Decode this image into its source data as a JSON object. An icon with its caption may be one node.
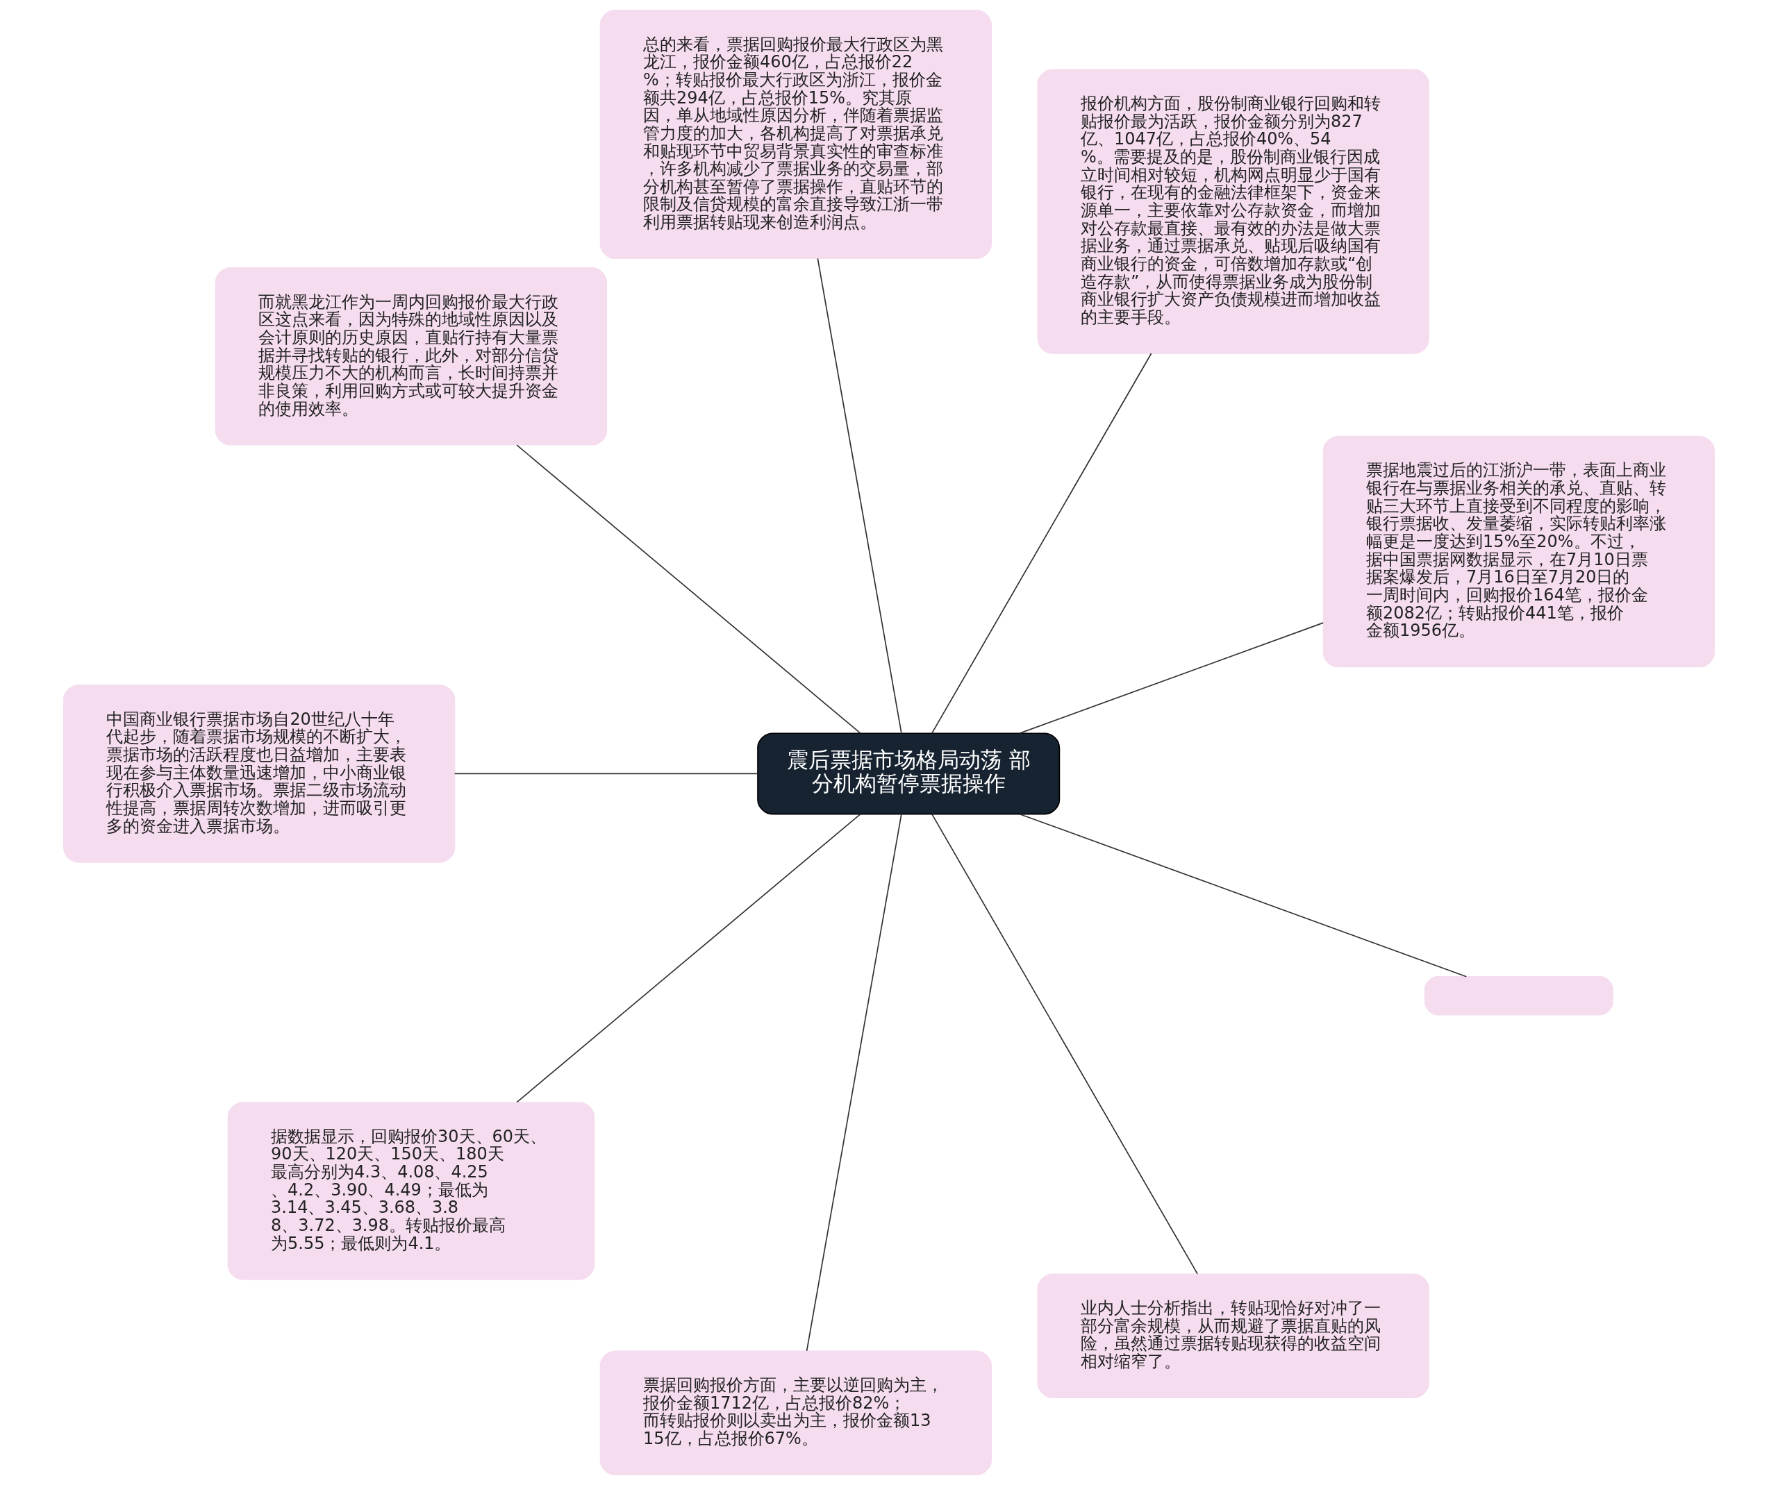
{
  "diagram": {
    "nodes": [
      {
        "text": [
          "震后票据市场格局动荡 部分机构暂停票据操作"
        ]
      },
      {
        "text": [
          "票据地震过后的江浙沪一带，表面上商业银行在与票据业务相关的承兑、直贴、转贴三大环节上直接受到不同程度的影响，银行票据收、发量萎缩，实际转贴利率涨幅更是一度达到15%至20%。不过，据中国票据网数据显示，在7月10日票据案爆发后，7月16日至7月20日的一周时间内，回购报价164笔，报价金额2082亿；转贴报价441笔，报价金额1956亿。"
        ]
      },
      {
        "text": [
          "报价机构方面，股份制商业银行回购和转贴报价最为活跃，报价金额分别为827亿、1047亿，占总报价40%、54%。需要提及的是，股份制商业银行因成立时间相对较短，机构网点明显少于国有银行，在现有的金融法律框架下，资金来源单一，主要依靠对公存款资金，而增加对公存款最直接、最有效的办法是做大票据业务，通过票据承兑、贴现后吸纳国有商业银行的资金，可倍数增加存款或“创造存款”，从而使得票据业务成为股份制商业银行扩大资产负债规模进而增加收益的主要手段。"
        ]
      },
      {
        "text": [
          "总的来看，票据回购报价最大行政区为黑龙江，报价金额460亿，占总报价22%；转贴报价最大行政区为浙江，报价金额共294亿，占总报价15%。究其原因，单从地域性原因分析，伴随着票据监管力度的加大，各机构提高了对票据承兑和贴现环节中贸易背景真实性的审查标准，许多机构减少了票据业务的交易量，部分机构甚至暂停了票据操作，直贴环节的限制及信贷规模的富余直接导致江浙一带利用票据转贴现来创造利润点。"
        ]
      },
      {
        "text": [
          "而就黑龙江作为一周内回购报价最大行政区这点来看，因为特殊的地域性原因以及会计原则的历史原因，直贴行持有大量票据并寻找转贴的银行，此外，对部分信贷规模压力不大的机构而言，长时间持票并非良策，利用回购方式或可较大提升资金的使用效率。"
        ]
      },
      {
        "text": [
          "中国商业银行票据市场自20世纪八十年代起步，随着票据市场规模的不断扩大，票据市场的活跃程度也日益增加，主要表现在参与主体数量迅速增加，中小商业银行积极介入票据市场。票据二级市场流动性提高，票据周转次数增加，进而吸引更多的资金进入票据市场。"
        ]
      },
      {
        "text": [
          "据数据显示，回购报价30天、60天、90天、120天、150天、180天最高分别为4.3、4.08、4.25、4.2、3.90、4.49；最低为3.14、3.45、3.68、3.88、3.72、3.98。转贴报价最高为5.55；最低则为4.1。"
        ]
      },
      {
        "text": [
          "票据回购报价方面，主要以逆回购为主，报价金额1712亿，占总报价82%；而转贴报价则以卖出为主，报价金额1315亿，占总报价67%。"
        ]
      },
      {
        "text": [
          "业内人士分析指出，转贴现恰好对冲了一部分富余规模，从而规避了票据直贴的风险，虽然通过票据转贴现获得的收益空间相对缩窄了。"
        ]
      },
      {
        "text": [],
        "shape": "box"
      }
    ],
    "edges": [
      {
        "from": 0,
        "to": 1,
        "arrow": "none"
      },
      {
        "from": 0,
        "to": 2,
        "arrow": "none"
      },
      {
        "from": 0,
        "to": 3,
        "arrow": "none"
      },
      {
        "from": 0,
        "to": 4,
        "arrow": "none"
      },
      {
        "from": 0,
        "to": 5,
        "arrow": "none"
      },
      {
        "from": 0,
        "to": 6,
        "arrow": "none"
      },
      {
        "from": 0,
        "to": 7,
        "arrow": "none"
      },
      {
        "from": 0,
        "to": 8,
        "arrow": "none"
      },
      {
        "from": 0,
        "to": 9,
        "arrow": "none"
      }
    ]
  }
}
